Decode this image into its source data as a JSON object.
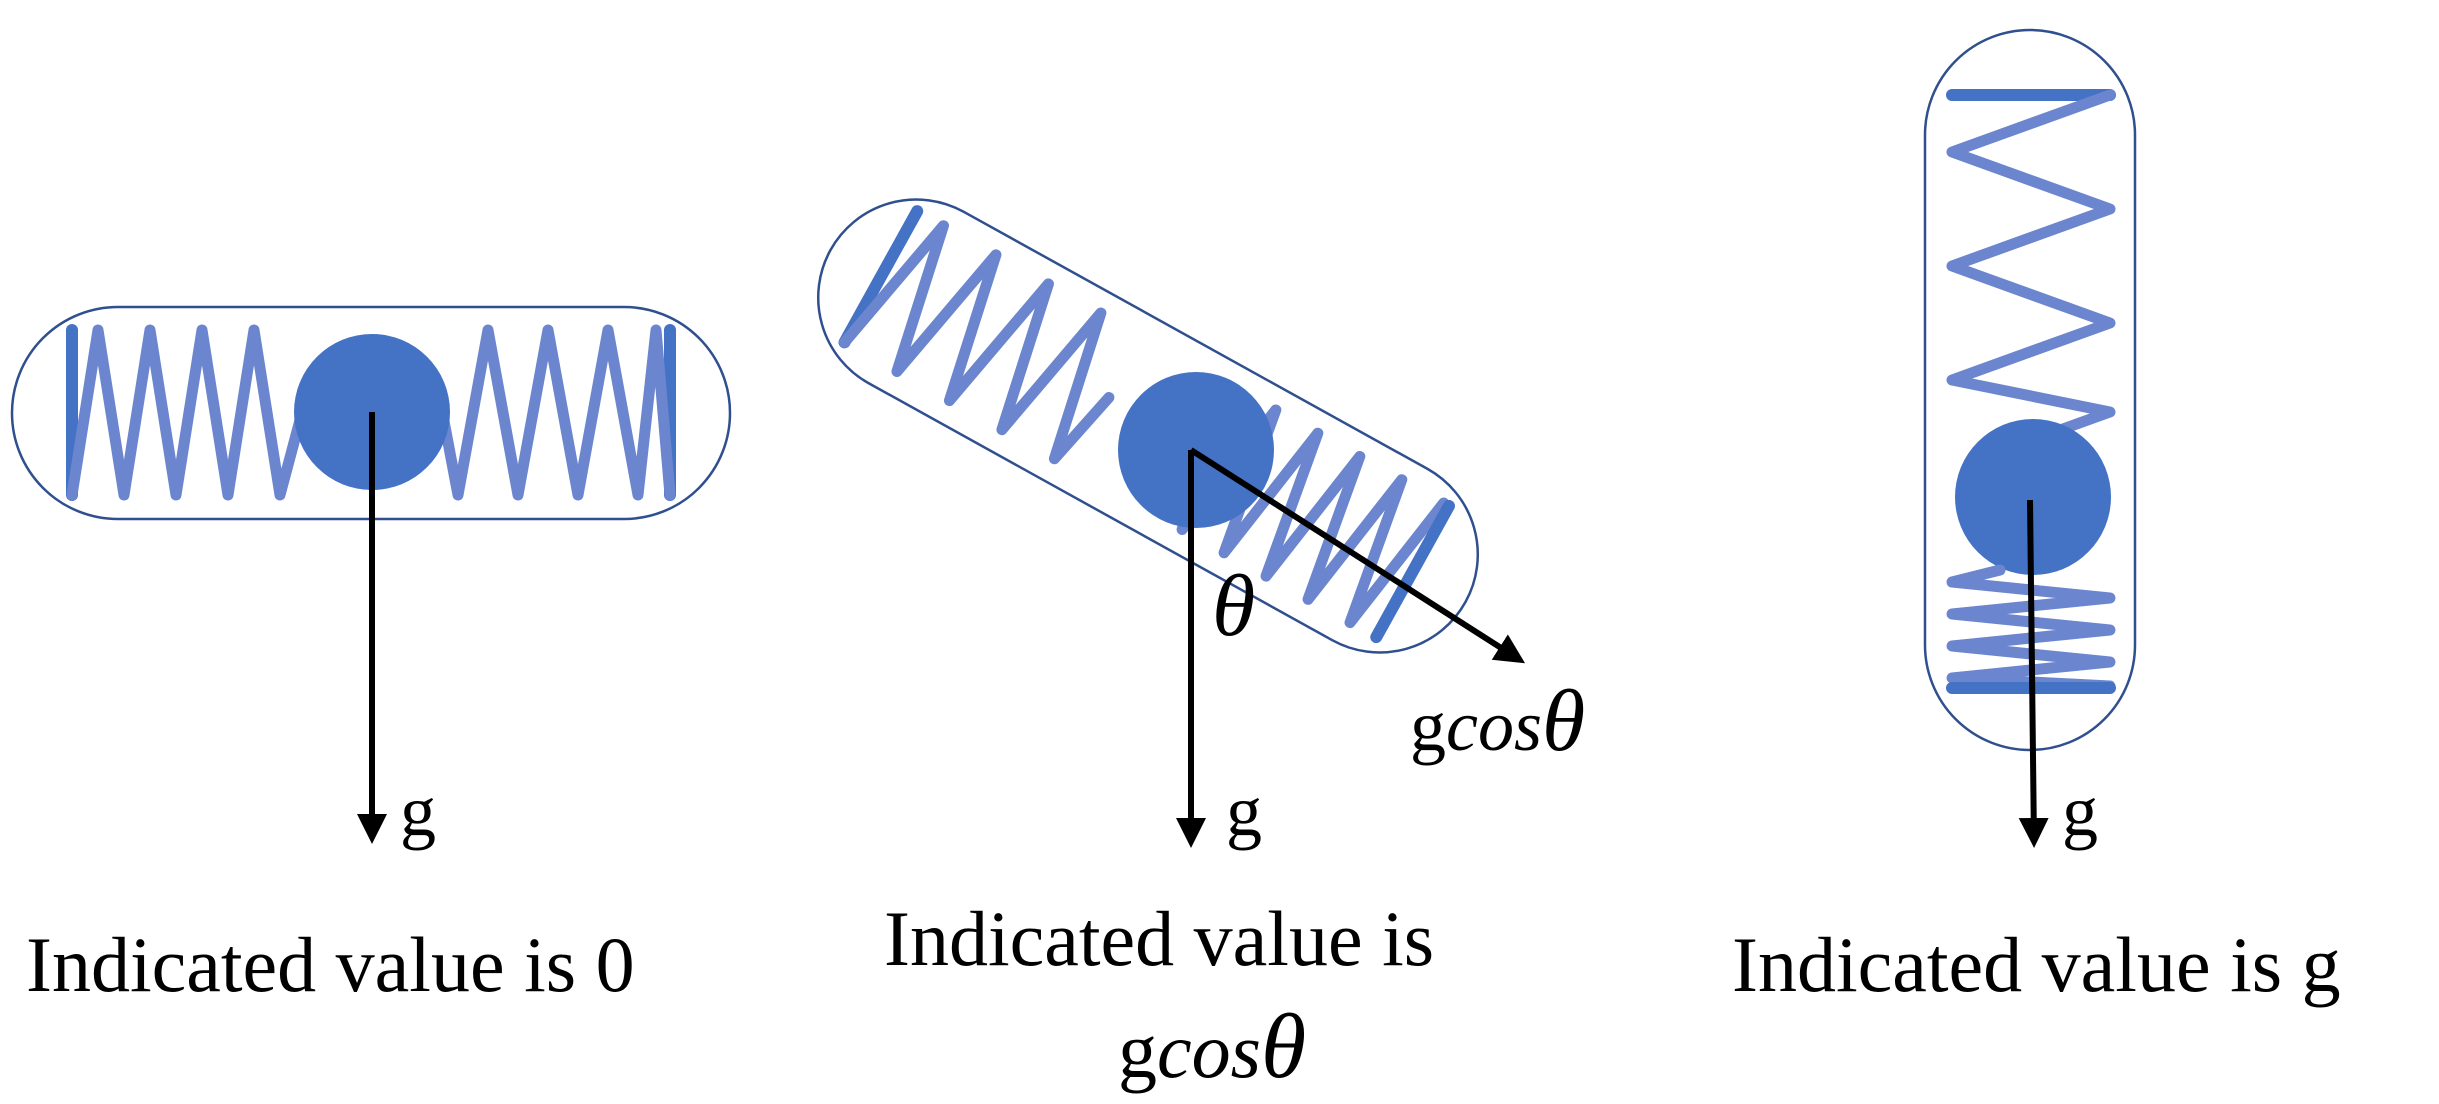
{
  "colors": {
    "capsule_stroke": "#2f4f8f",
    "spring": "#6b86cf",
    "spring_dark": "#4472c4",
    "mass": "#4472c4",
    "arrow": "#000000"
  },
  "panels": [
    {
      "id": "horizontal",
      "gravity_label": "g",
      "caption": "Indicated value is 0"
    },
    {
      "id": "tilted",
      "gravity_label": "g",
      "theta_label": "θ",
      "component_label_g": "g",
      "component_label_cos": "cos",
      "component_label_theta": "θ",
      "caption_line1": "Indicated value is",
      "caption_line2_g": "g",
      "caption_line2_cos": "cos",
      "caption_line2_theta": "θ"
    },
    {
      "id": "vertical",
      "gravity_label": "g",
      "caption": "Indicated value is g"
    }
  ]
}
